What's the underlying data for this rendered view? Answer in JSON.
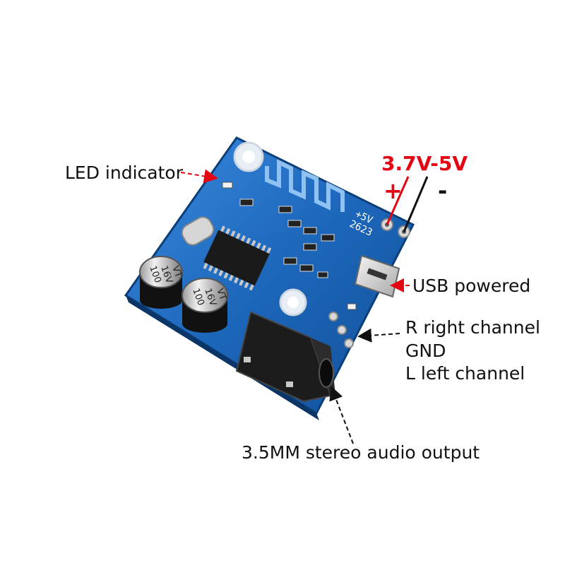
{
  "labels": {
    "led_indicator": "LED indicator",
    "voltage": "3.7V-5V",
    "plus": "+",
    "minus": "-",
    "usb_powered": "USB powered",
    "r_right_channel": "R right channel",
    "gnd": "GND",
    "l_left_channel": "L left channel",
    "audio_output": "3.5MM stereo audio output"
  },
  "board": {
    "silkscreen_model": "2623",
    "silkscreen_5v": "+5V",
    "cap_left": [
      "100",
      "16V",
      "VT"
    ],
    "cap_right": [
      "100",
      "16V",
      "VT"
    ]
  },
  "colors": {
    "pcb": "#1f6fc2",
    "pcb_dark": "#0f4e92",
    "annotation_red": "#e30613",
    "arrow_black": "#111111"
  }
}
